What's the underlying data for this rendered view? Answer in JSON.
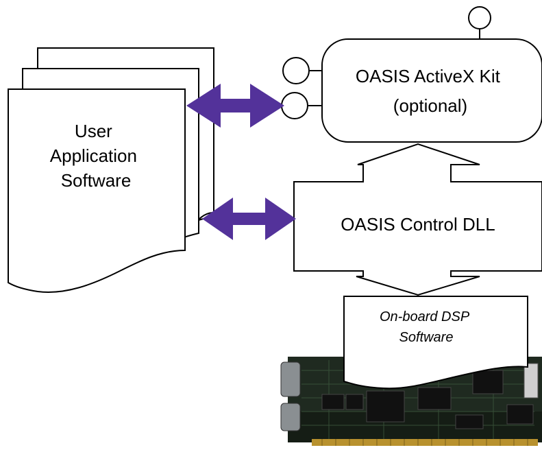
{
  "diagram": {
    "user_app": {
      "lines": [
        "User",
        "Application",
        "Software"
      ]
    },
    "activex": {
      "lines": [
        "OASIS ActiveX Kit",
        "(optional)"
      ]
    },
    "control_dll": {
      "label": "OASIS Control DLL"
    },
    "dsp": {
      "lines": [
        "On-board DSP",
        "Software"
      ]
    },
    "colors": {
      "arrow": "#53329a",
      "stroke": "#000000",
      "board": "#1f2a20",
      "board_dark": "#0c120d",
      "chip": "#111111",
      "gold": "#b8912e",
      "connector": "#8a8f92"
    }
  }
}
